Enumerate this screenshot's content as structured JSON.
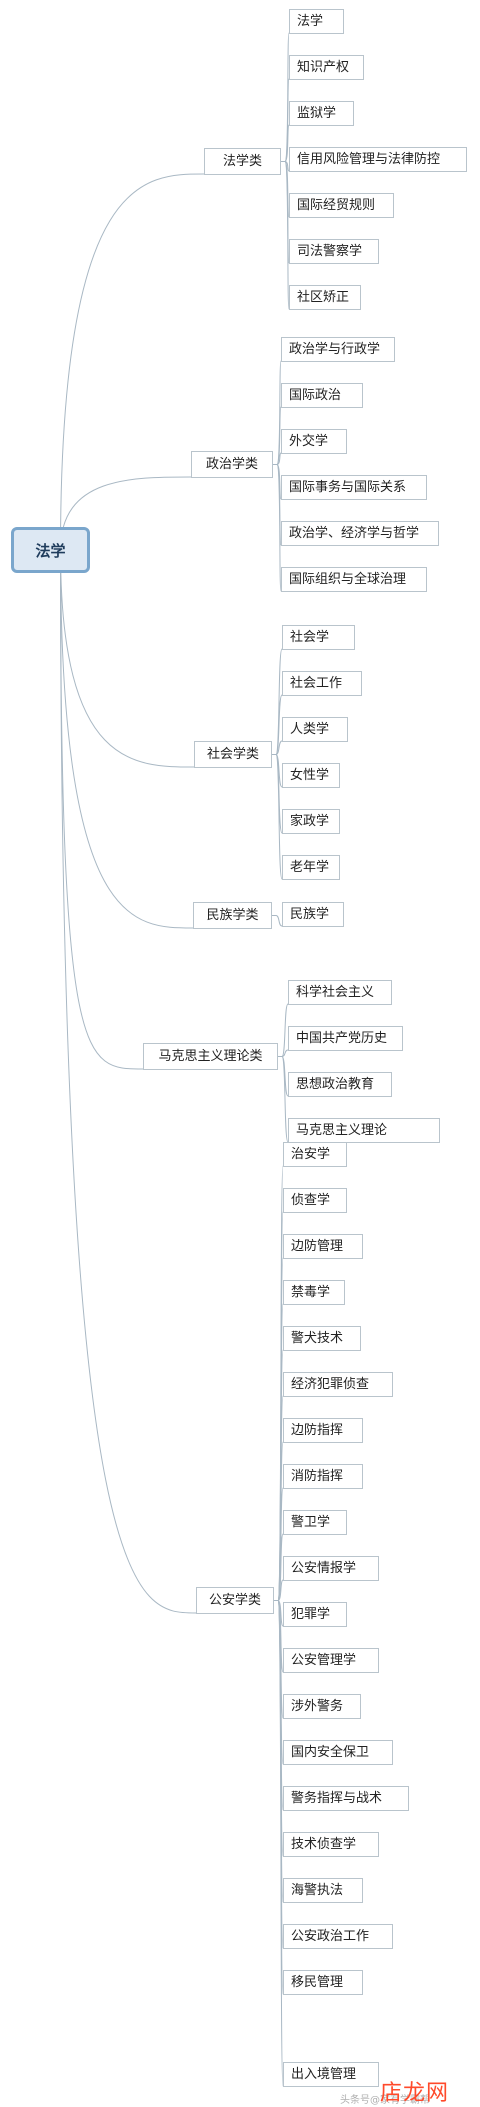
{
  "root": {
    "label": "法学"
  },
  "categories": [
    {
      "label": "法学类",
      "items": [
        "法学",
        "知识产权",
        "监狱学",
        "信用风险管理与法律防控",
        "国际经贸规则",
        "司法警察学",
        "社区矫正"
      ]
    },
    {
      "label": "政治学类",
      "items": [
        "政治学与行政学",
        "国际政治",
        "外交学",
        "国际事务与国际关系",
        "政治学、经济学与哲学",
        "国际组织与全球治理"
      ]
    },
    {
      "label": "社会学类",
      "items": [
        "社会学",
        "社会工作",
        "人类学",
        "女性学",
        "家政学",
        "老年学"
      ]
    },
    {
      "label": "民族学类",
      "items": [
        "民族学"
      ]
    },
    {
      "label": "马克思主义理论类",
      "items": [
        "科学社会主义",
        "中国共产党历史",
        "思想政治教育",
        "马克思主义理论"
      ]
    },
    {
      "label": "公安学类",
      "items": [
        "治安学",
        "侦查学",
        "边防管理",
        "禁毒学",
        "警犬技术",
        "经济犯罪侦查",
        "边防指挥",
        "消防指挥",
        "警卫学",
        "公安情报学",
        "犯罪学",
        "公安管理学",
        "涉外警务",
        "国内安全保卫",
        "警务指挥与战术",
        "技术侦查学",
        "海警执法",
        "公安政治工作",
        "移民管理",
        "出入境管理"
      ]
    }
  ],
  "watermark": {
    "brand": "店龙网",
    "source": "头条号@家有学霸帮"
  },
  "colors": {
    "line": "#a9b8c4",
    "node_border": "#b9c4cc",
    "root_border": "#7aa6cc",
    "root_fill": "#dde8f3",
    "watermark": "#ff4a2b"
  }
}
